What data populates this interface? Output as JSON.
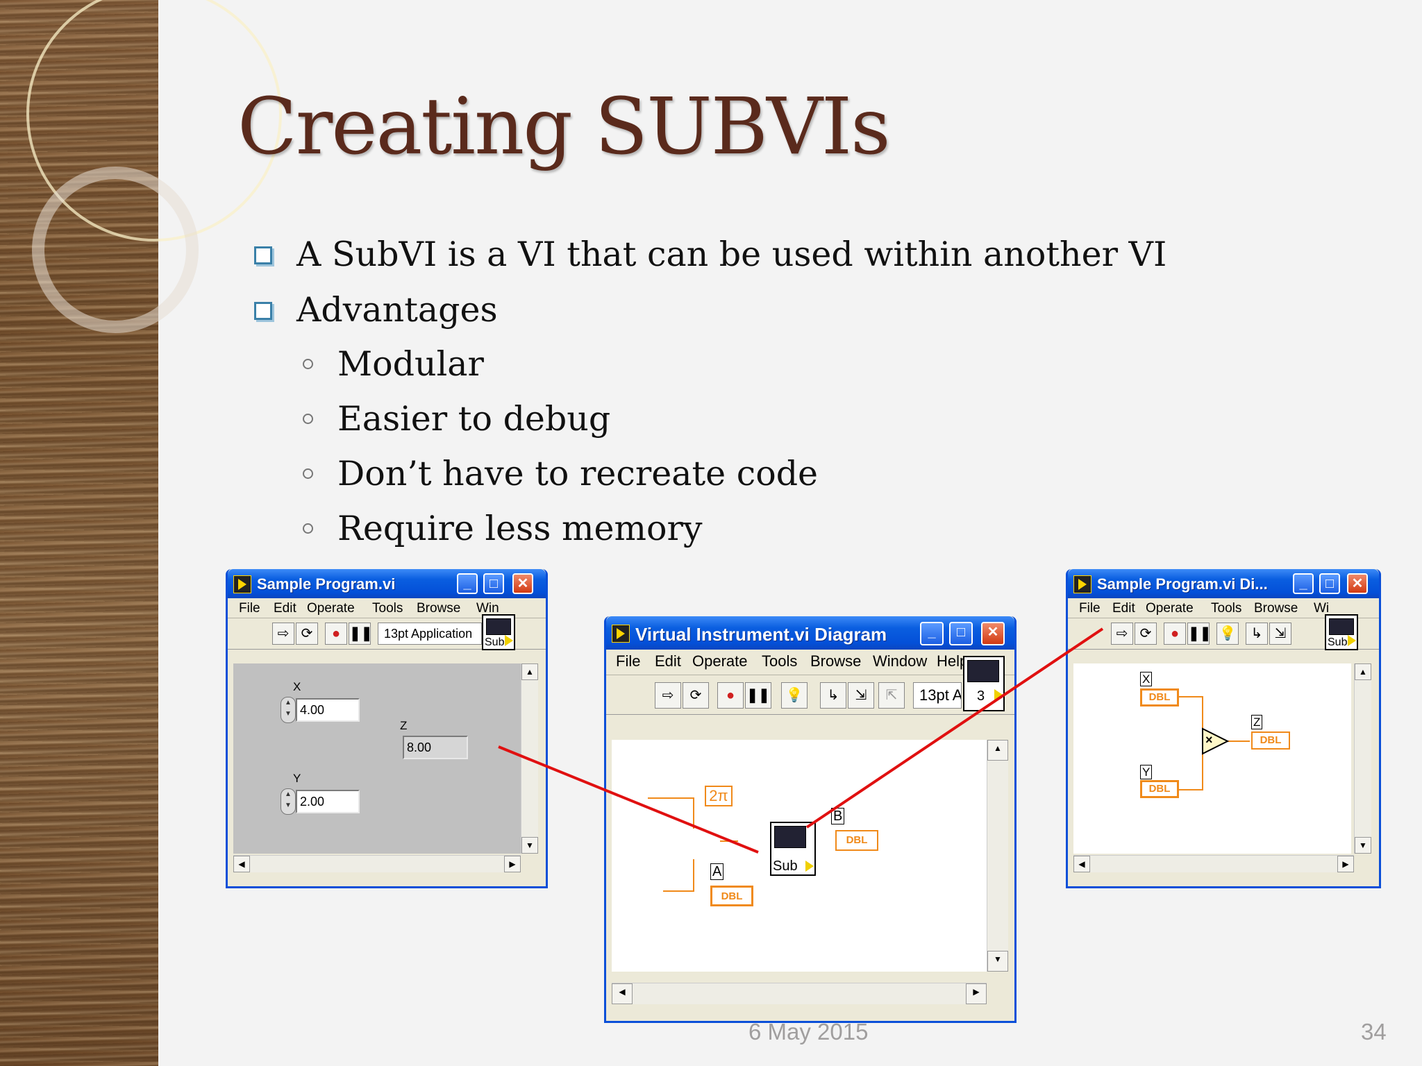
{
  "slide": {
    "title": "Creating SUBVIs",
    "bullets": [
      "A SubVI is a VI that can be used within another VI",
      "Advantages"
    ],
    "subbullets": [
      "Modular",
      "Easier to debug",
      "Don’t have to recreate code",
      "Require less memory"
    ],
    "date": "6 May 2015",
    "page_number": "34"
  },
  "win_front": {
    "title": "Sample Program.vi",
    "menu": [
      "File",
      "Edit",
      "Operate",
      "Tools",
      "Browse",
      "Win"
    ],
    "font_box": "13pt Application",
    "sub_label": "Sub",
    "x_label": "X",
    "x_value": "4.00",
    "y_label": "Y",
    "y_value": "2.00",
    "z_label": "Z",
    "z_value": "8.00"
  },
  "win_mid": {
    "title": "Virtual Instrument.vi Diagram",
    "menu": [
      "File",
      "Edit",
      "Operate",
      "Tools",
      "Browse",
      "Window",
      "Help"
    ],
    "font_box": "13pt A",
    "sub_label": "Sub",
    "icon_num": "3",
    "const_label": "2π",
    "a_label": "A",
    "b_label": "B",
    "dbl": "DBL"
  },
  "win_right": {
    "title": "Sample Program.vi Di...",
    "menu": [
      "File",
      "Edit",
      "Operate",
      "Tools",
      "Browse",
      "Wi"
    ],
    "sub_label": "Sub",
    "x_label": "X",
    "y_label": "Y",
    "z_label": "Z",
    "dbl": "DBL",
    "mult_symbol": "×"
  },
  "colors": {
    "title": "#5a2a1c",
    "xp_blue": "#0a5ee0",
    "terminal_orange": "#f08a1a",
    "connector_red": "#e01010"
  }
}
